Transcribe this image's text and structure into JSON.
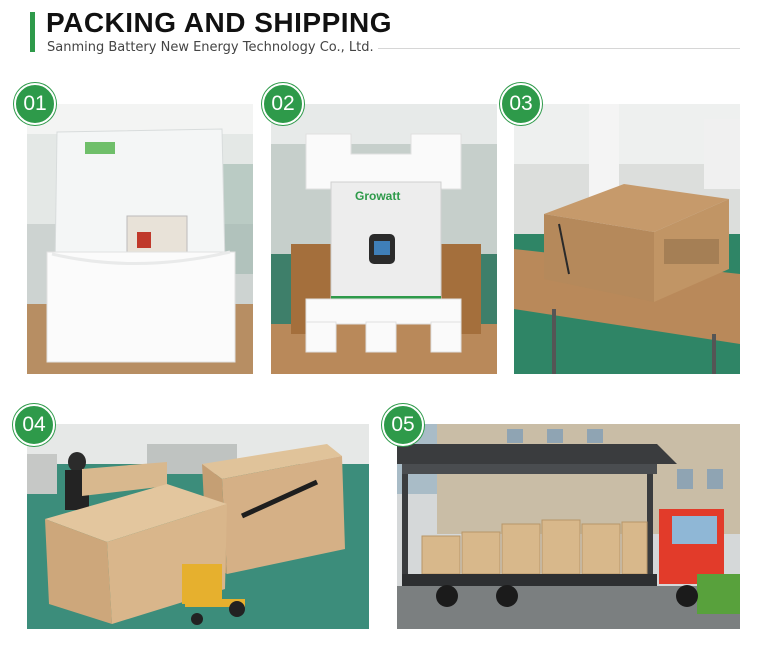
{
  "header": {
    "title": "PACKING AND SHIPPING",
    "subtitle": "Sanming Battery New Energy Technology Co., Ltd."
  },
  "steps": [
    {
      "number": "01",
      "icon": "foam-wrapped-battery"
    },
    {
      "number": "02",
      "icon": "foam-packed-inverter",
      "brand_logo": "Growatt"
    },
    {
      "number": "03",
      "icon": "carton-box"
    },
    {
      "number": "04",
      "icon": "wooden-crates-pallet-jack"
    },
    {
      "number": "05",
      "icon": "loaded-truck"
    }
  ],
  "colors": {
    "accent": "#2e9a4a",
    "title": "#111111",
    "subtitle": "#444444"
  }
}
